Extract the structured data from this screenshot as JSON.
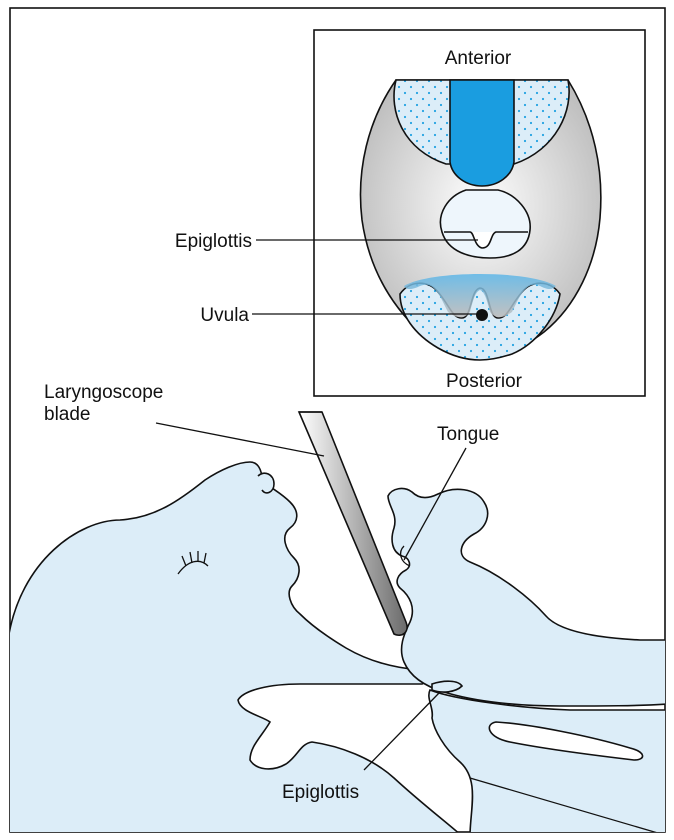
{
  "labels": {
    "inset_top": "Anterior",
    "inset_bottom": "Posterior",
    "inset_epiglottis": "Epiglottis",
    "inset_uvula": "Uvula",
    "blade": [
      "Laryngoscope",
      "blade"
    ],
    "tongue": "Tongue",
    "bottom_epiglottis": "Epiglottis"
  },
  "colors": {
    "tissue": "#dcedf8",
    "tissue_light": "#eef6fc",
    "blade_blue": "#1a9de0",
    "dot_blue": "#23a3e2",
    "outline": "#111111",
    "inset_gray": "#c9c9c9"
  }
}
